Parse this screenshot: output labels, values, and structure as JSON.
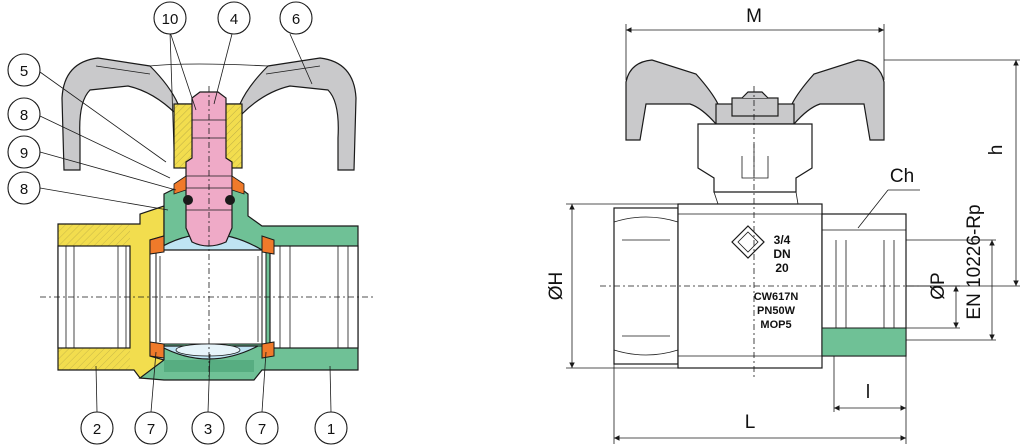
{
  "section_view": {
    "callouts": [
      {
        "id": "c10",
        "label": "10"
      },
      {
        "id": "c4",
        "label": "4"
      },
      {
        "id": "c6",
        "label": "6"
      },
      {
        "id": "c5",
        "label": "5"
      },
      {
        "id": "c8a",
        "label": "8"
      },
      {
        "id": "c9",
        "label": "9"
      },
      {
        "id": "c8b",
        "label": "8"
      },
      {
        "id": "c2",
        "label": "2"
      },
      {
        "id": "c7a",
        "label": "7"
      },
      {
        "id": "c3",
        "label": "3"
      },
      {
        "id": "c7b",
        "label": "7"
      },
      {
        "id": "c1",
        "label": "1"
      }
    ]
  },
  "side_view": {
    "dimensions": {
      "M": "M",
      "h": "h",
      "Ch": "Ch",
      "oH": "ØH",
      "oP": "ØP",
      "thread_std": "EN 10226-Rp",
      "l": "l",
      "L": "L"
    },
    "body_marking": {
      "size": "3/4",
      "dn": "DN",
      "dn_value": "20",
      "material": "CW617N",
      "pressure": "PN50W",
      "mop": "MOP5"
    }
  },
  "colors": {
    "body_green": "#6fc196",
    "body_green_dark": "#3f9a6c",
    "insert_yellow": "#f2dd4e",
    "stem_pink": "#efaac7",
    "ball_blue": "#bfe4f3",
    "seat_orange": "#f07a2a",
    "handle_grey": "#c9c9cb"
  }
}
